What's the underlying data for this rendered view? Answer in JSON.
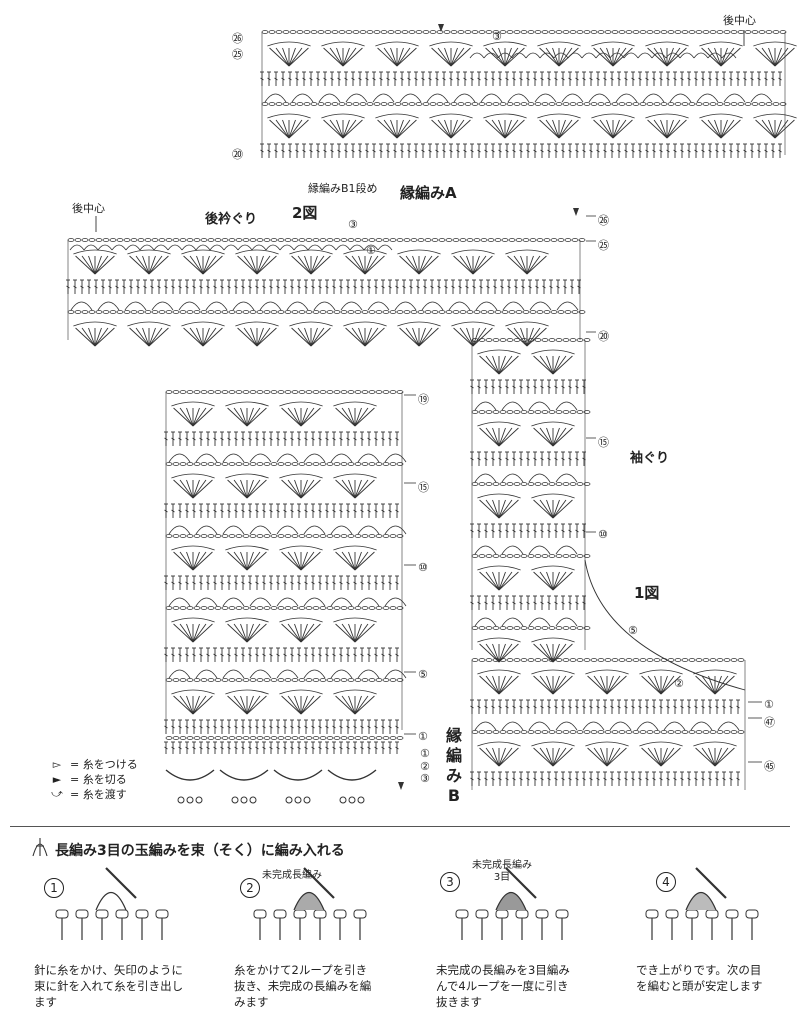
{
  "labels": {
    "back_center_top": "後中心",
    "back_center_left": "後中心",
    "back_neckline": "後衿ぐり",
    "fig2": "2図",
    "border_b1_row1": "縁編みB1段め",
    "border_a": "縁編みA",
    "armhole": "袖ぐり",
    "fig1": "1図",
    "border_b_v1": "縁",
    "border_b_v2": "編",
    "border_b_v3": "み",
    "border_b_v4": "B"
  },
  "row_markers": {
    "top": [
      "㉖",
      "㉕",
      "⑳",
      "③"
    ],
    "upper_right": [
      "㉖",
      "㉕",
      "⑳",
      "⑮",
      "⑩",
      "⑤",
      "②",
      "①"
    ],
    "upper_left": [
      "①",
      "③"
    ],
    "left": [
      "⑲",
      "⑮",
      "⑩",
      "⑤",
      "①",
      "①",
      "②",
      "③"
    ],
    "right_bottom": [
      "①",
      "㊼",
      "㊺"
    ]
  },
  "legend": [
    {
      "symbol": "▻",
      "text": "= 糸をつける"
    },
    {
      "symbol": "►",
      "text": "= 糸を切る"
    },
    {
      "symbol": "⤻",
      "text": "= 糸を渡す"
    }
  ],
  "instruction": {
    "title": "長編み3目の玉編みを束（そく）に編み入れる",
    "steps": [
      {
        "num": "1",
        "label": "",
        "caption": [
          "針に糸をかけ、矢印のように",
          "束に針を入れて糸を引き出し",
          "ます"
        ]
      },
      {
        "num": "2",
        "label": "未完成長編み",
        "caption": [
          "糸をかけて2ループを引き",
          "抜き、未完成の長編みを編",
          "みます"
        ]
      },
      {
        "num": "3",
        "label": "未完成長編み\n3目",
        "caption": [
          "未完成の長編みを3目編み",
          "んで4ループを一度に引き",
          "抜きます"
        ]
      },
      {
        "num": "4",
        "label": "",
        "caption": [
          "でき上がりです。次の目",
          "を編むと頭が安定します"
        ]
      }
    ]
  }
}
